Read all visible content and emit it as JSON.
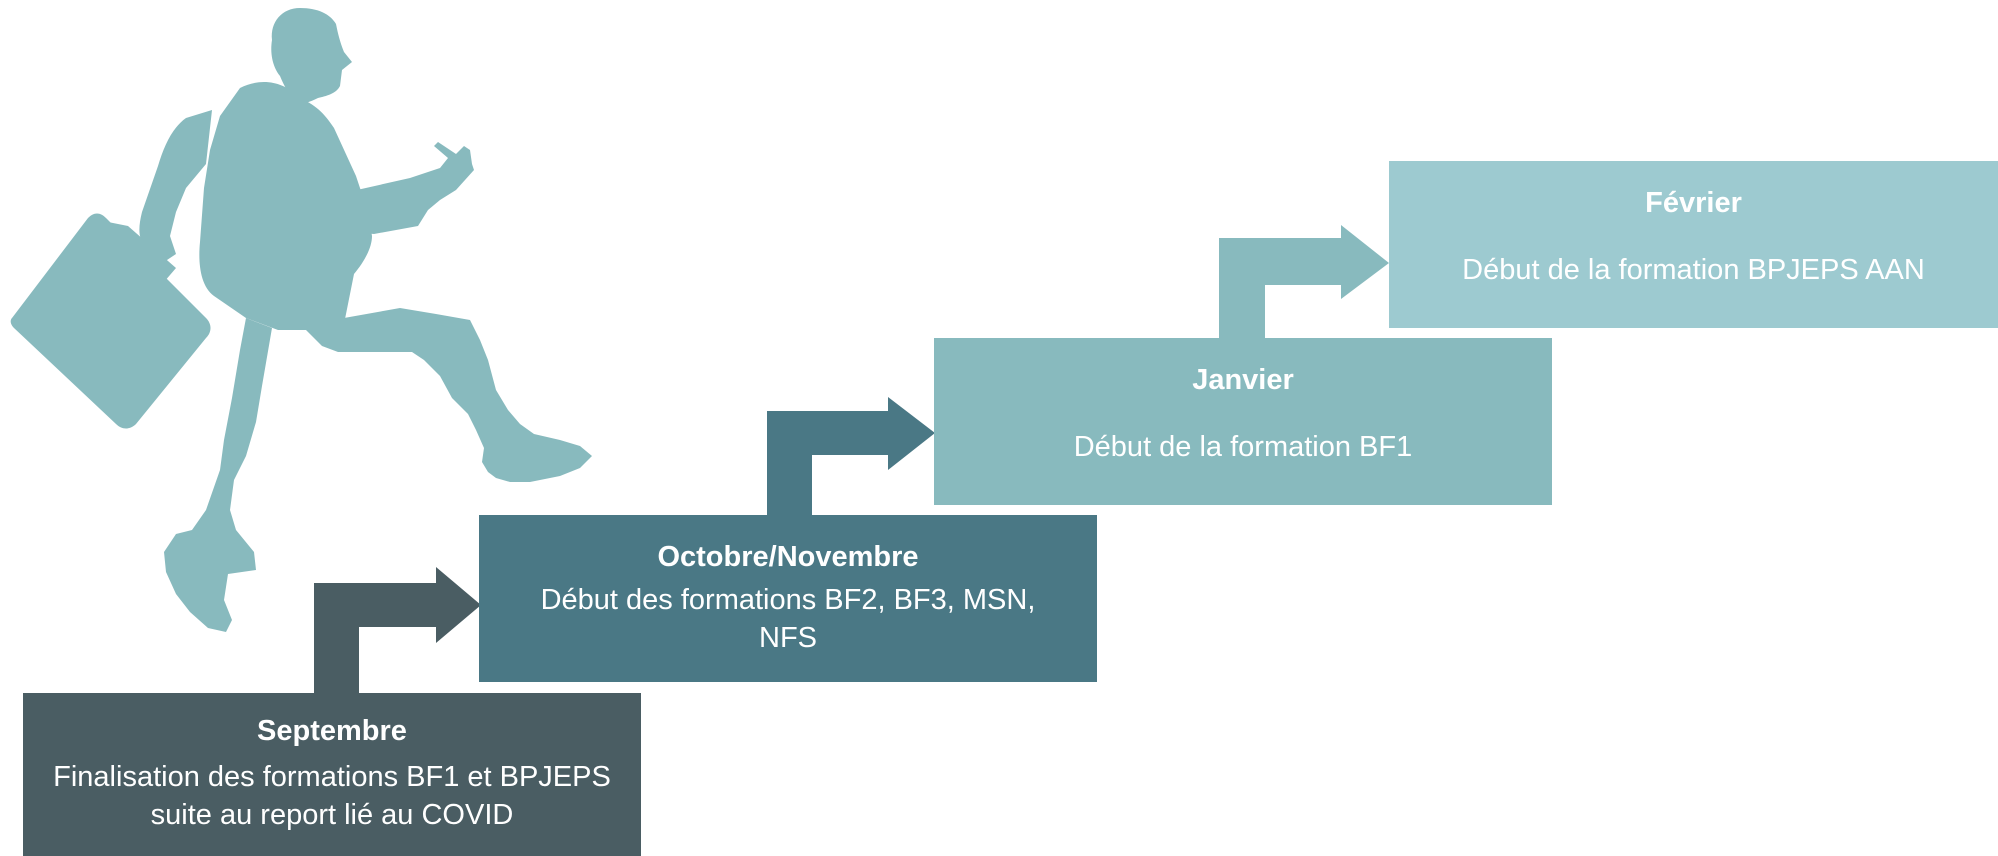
{
  "colors": {
    "step1": "#4a5d63",
    "step2": "#4a7885",
    "step3": "#88babe",
    "step4": "#9dcad0",
    "figure": "#88babe",
    "text": "#ffffff"
  },
  "steps": [
    {
      "title": "Septembre",
      "desc": "Finalisation des formations BF1 et BPJEPS suite au report lié au COVID"
    },
    {
      "title": "Octobre/Novembre",
      "desc": "Début des formations BF2, BF3, MSN, NFS"
    },
    {
      "title": "Janvier",
      "desc": "Début de la formation BF1"
    },
    {
      "title": "Février",
      "desc": "Début de la formation BPJEPS AAN"
    }
  ],
  "icons": {
    "figure": "running-businessman-icon",
    "arrow": "bent-arrow-icon"
  }
}
